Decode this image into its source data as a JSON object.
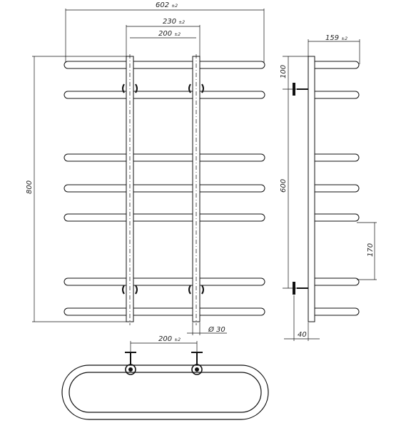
{
  "dimensions": {
    "overall_width": {
      "value": "602",
      "tol": "±2"
    },
    "outer_mount": {
      "value": "230",
      "tol": "±2"
    },
    "inner_mount": {
      "value": "200",
      "tol": "±2"
    },
    "side_depth": {
      "value": "159",
      "tol": "±2"
    },
    "top_offset": {
      "value": "100"
    },
    "overall_height": {
      "value": "800"
    },
    "mount_spacing": {
      "value": "600"
    },
    "bar_pitch": {
      "value": "170"
    },
    "pipe_dia": {
      "value": "Ø 30"
    },
    "wall_gap": {
      "value": "40"
    },
    "plan_mount": {
      "value": "200",
      "tol": "±2"
    }
  }
}
